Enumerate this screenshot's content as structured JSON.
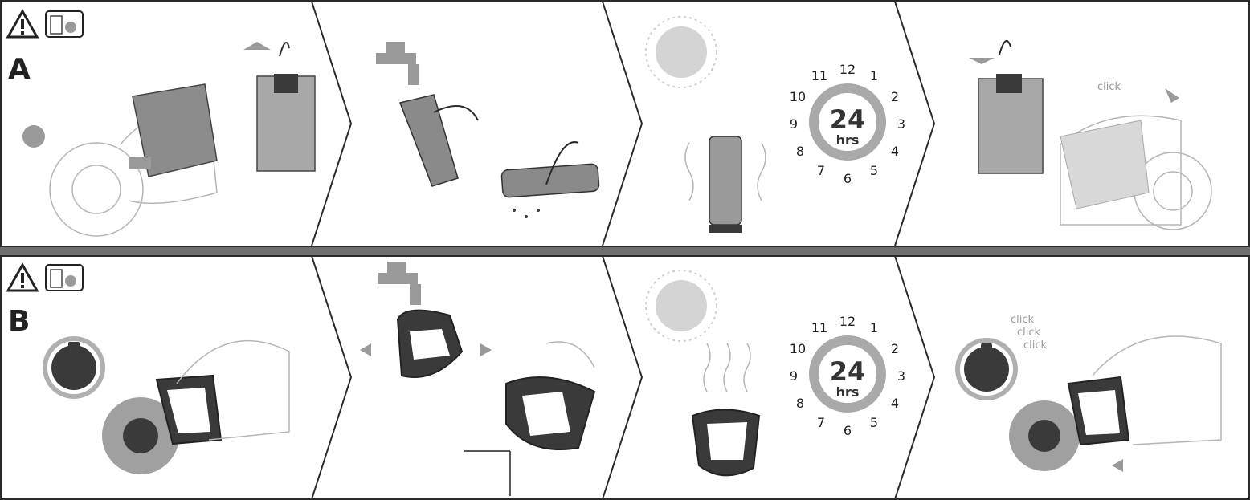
{
  "row_a": {
    "letter": "A",
    "clock": {
      "numbers": [
        "12",
        "1",
        "2",
        "3",
        "4",
        "5",
        "6",
        "7",
        "8",
        "9",
        "10",
        "11"
      ],
      "center_value": "24",
      "center_unit": "hrs"
    },
    "click_label": "click"
  },
  "row_b": {
    "letter": "B",
    "clock": {
      "numbers": [
        "12",
        "1",
        "2",
        "3",
        "4",
        "5",
        "6",
        "7",
        "8",
        "9",
        "10",
        "11"
      ],
      "center_value": "24",
      "center_unit": "hrs"
    },
    "click_labels": [
      "click",
      "click",
      "click"
    ]
  },
  "icons": [
    "warning-icon",
    "unplug-icon",
    "sun-icon",
    "tap-icon",
    "unlock-icon",
    "lock-icon",
    "arrow-icon"
  ]
}
